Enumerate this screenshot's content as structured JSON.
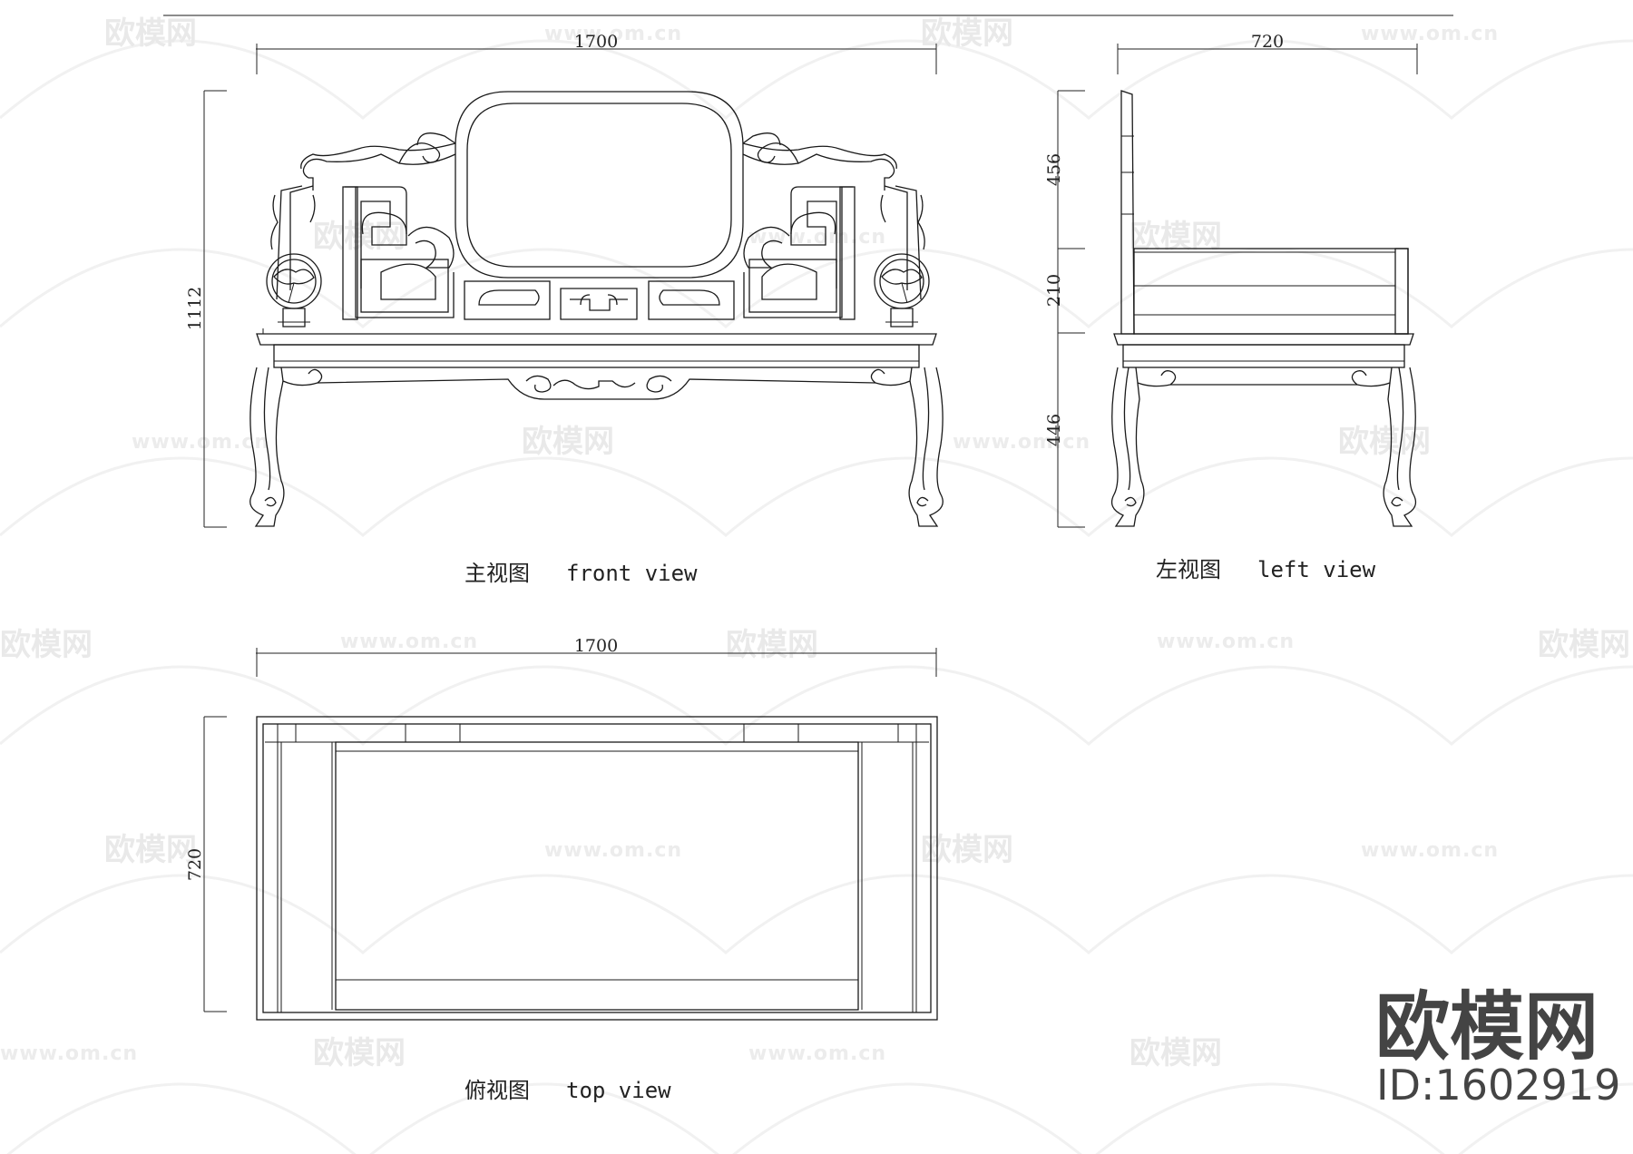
{
  "front_view": {
    "title_cn": "主视图",
    "title_en": "front view",
    "width_dim": "1700",
    "height_dim": "1112"
  },
  "left_view": {
    "title_cn": "左视图",
    "title_en": "left view",
    "depth_dim": "720",
    "dims_vertical": [
      "456",
      "210",
      "446"
    ]
  },
  "top_view": {
    "title_cn": "俯视图",
    "title_en": "top view",
    "width_dim": "1700",
    "depth_dim": "720"
  },
  "watermark": {
    "brand": "欧模网",
    "id": "ID:1602919",
    "tile_text": "欧模网",
    "tile_url": "www.om.cn"
  }
}
